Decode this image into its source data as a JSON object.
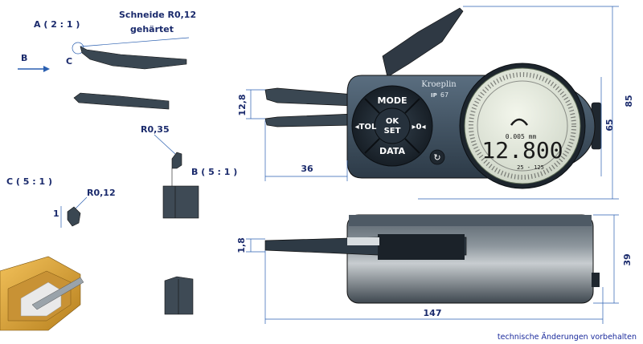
{
  "detail_a": {
    "label": "A ( 2 : 1 )",
    "callout": "Schneide R0,12",
    "callout2": "gehärtet",
    "circle_letter": "C"
  },
  "view_b": {
    "label": "B"
  },
  "detail_b": {
    "label": "B ( 5 : 1 )",
    "radius": "R0,35"
  },
  "detail_c": {
    "label": "C ( 5 : 1 )",
    "radius": "R0,12",
    "dim": "1"
  },
  "dims": {
    "jaw_height": "12,8",
    "jaw_length": "36",
    "total_height": "85",
    "body_height": "65",
    "tip_thickness": "1,8",
    "depth": "39",
    "total_length": "147"
  },
  "device": {
    "brand": "Kroeplin",
    "ip_rating": "67",
    "buttons": {
      "mode": "MODE",
      "ok": "OK",
      "set": "SET",
      "tol": "◂TOL",
      "zero": "▸0◂",
      "data": "DATA"
    },
    "display": {
      "reading": "12.800",
      "resolution": "0.005 mm",
      "range": "25 - 125"
    }
  },
  "footer": "technische Änderungen vorbehalten"
}
